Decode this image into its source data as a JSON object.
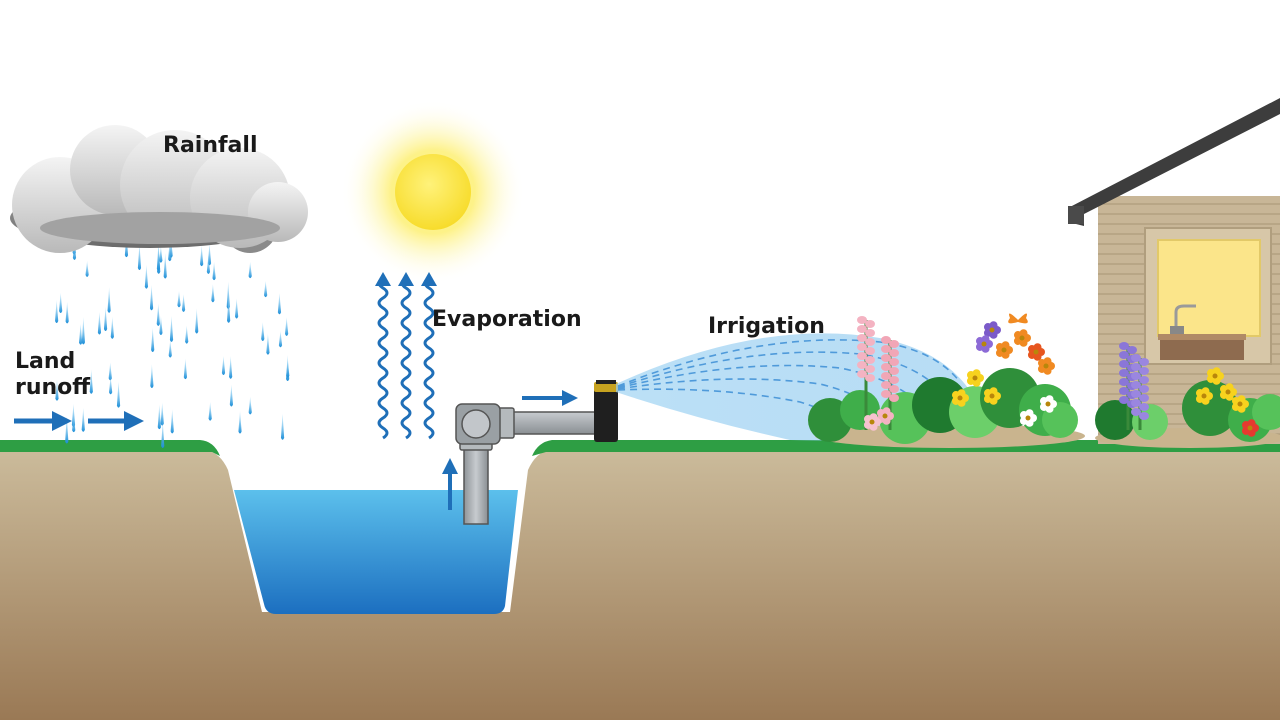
{
  "labels": {
    "rainfall": "Rainfall",
    "evaporation": "Evaporation",
    "irrigation": "Irrigation",
    "land_runoff_line1": "Land",
    "land_runoff_line2": "runoff"
  },
  "colors": {
    "sky": "#ffffff",
    "grass": "#2e9e44",
    "soil_top": "#c9b999",
    "soil_bottom": "#9b7a56",
    "water_top": "#57bbe8",
    "water_bottom": "#1f74c4",
    "arrow": "#1f6fb8",
    "sun_core": "#fbe54a",
    "house_siding": "#c8b697",
    "window_light": "#fbe58a"
  },
  "icons": {
    "cloud": "rain-cloud-icon",
    "sun": "sun-icon",
    "sprinkler": "sprinkler-icon",
    "pump": "pump-pipe-icon",
    "house": "house-icon",
    "garden": "flower-garden-icon"
  }
}
